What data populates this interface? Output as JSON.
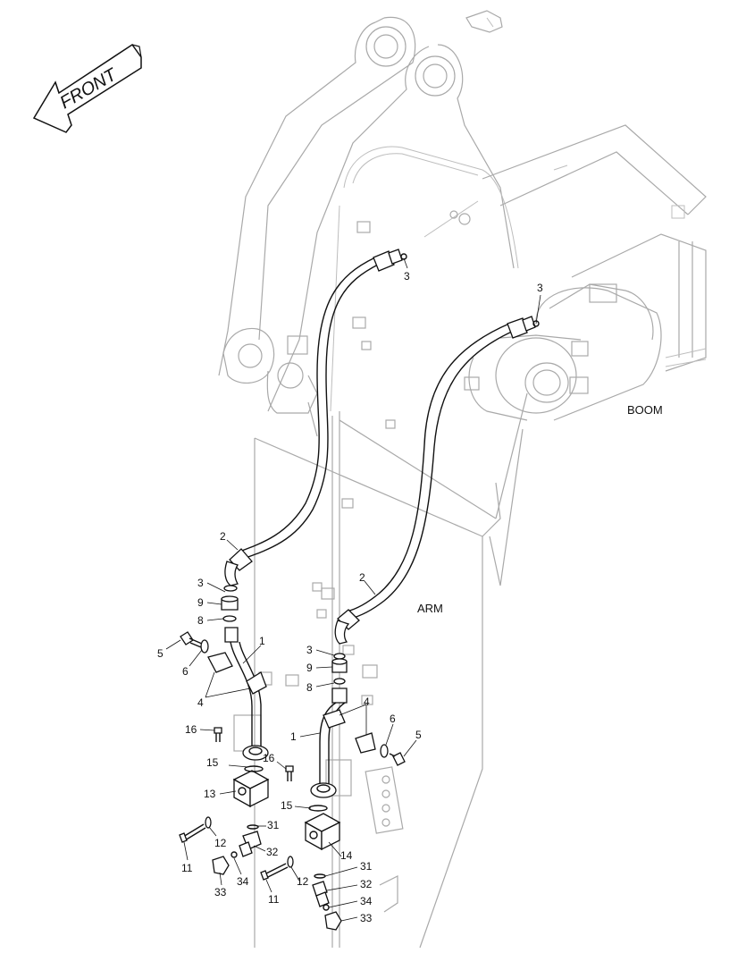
{
  "direction_arrow": {
    "text": "FRONT"
  },
  "labels": {
    "boom": "BOOM",
    "arm": "ARM"
  },
  "callouts": [
    {
      "id": "c3a",
      "text": "3"
    },
    {
      "id": "c3b",
      "text": "3"
    },
    {
      "id": "c2a",
      "text": "2"
    },
    {
      "id": "c3c",
      "text": "3"
    },
    {
      "id": "c9a",
      "text": "9"
    },
    {
      "id": "c8a",
      "text": "8"
    },
    {
      "id": "c5a",
      "text": "5"
    },
    {
      "id": "c6a",
      "text": "6"
    },
    {
      "id": "c1a",
      "text": "1"
    },
    {
      "id": "c4a",
      "text": "4"
    },
    {
      "id": "c16a",
      "text": "16"
    },
    {
      "id": "c15a",
      "text": "15"
    },
    {
      "id": "c13",
      "text": "13"
    },
    {
      "id": "c16b",
      "text": "16"
    },
    {
      "id": "c15b",
      "text": "15"
    },
    {
      "id": "c31a",
      "text": "31"
    },
    {
      "id": "c12a",
      "text": "12"
    },
    {
      "id": "c32a",
      "text": "32"
    },
    {
      "id": "c11a",
      "text": "11"
    },
    {
      "id": "c34a",
      "text": "34"
    },
    {
      "id": "c33a",
      "text": "33"
    },
    {
      "id": "c2b",
      "text": "2"
    },
    {
      "id": "c3d",
      "text": "3"
    },
    {
      "id": "c9b",
      "text": "9"
    },
    {
      "id": "c8b",
      "text": "8"
    },
    {
      "id": "c4b",
      "text": "4"
    },
    {
      "id": "c6b",
      "text": "6"
    },
    {
      "id": "c5b",
      "text": "5"
    },
    {
      "id": "c1b",
      "text": "1"
    },
    {
      "id": "c14",
      "text": "14"
    },
    {
      "id": "c12b",
      "text": "12"
    },
    {
      "id": "c31b",
      "text": "31"
    },
    {
      "id": "c32b",
      "text": "32"
    },
    {
      "id": "c11b",
      "text": "11"
    },
    {
      "id": "c34b",
      "text": "34"
    },
    {
      "id": "c33b",
      "text": "33"
    }
  ]
}
